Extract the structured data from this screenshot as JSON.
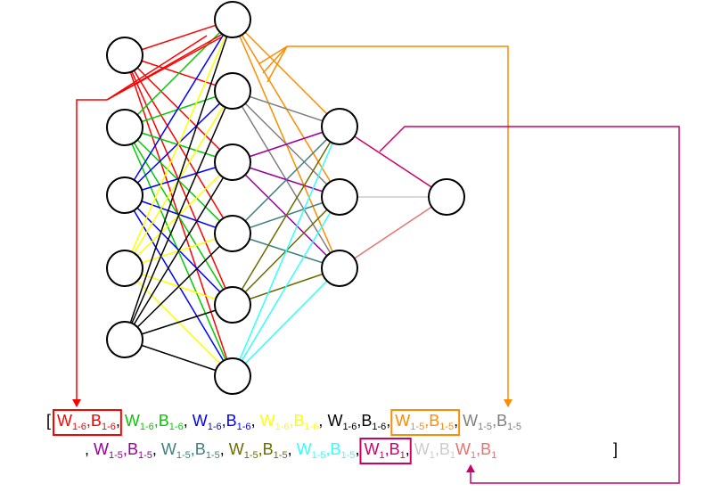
{
  "network": {
    "layers": [
      5,
      6,
      3,
      1
    ],
    "input_colors": [
      "#ff0000",
      "#00cc00",
      "#0000ff",
      "#ffff00",
      "#000000"
    ],
    "hidden2_colors": [
      "#ff8c00",
      "#808080",
      "#990099",
      "#3f8080",
      "#6b6b00",
      "#33ffff"
    ],
    "hidden3_colors": [
      "#cc0066",
      "#cccccc",
      "#e57373"
    ],
    "box_colors": {
      "red": "#ff0000",
      "orange": "#ff8c00",
      "magenta": "#cc0066"
    }
  },
  "vector": {
    "open_bracket": "[",
    "close_bracket": "]",
    "line1": [
      {
        "w": "W",
        "ws": "1-6",
        "b": "B",
        "bs": "1-6",
        "sep": "",
        "color": "#ff0000"
      },
      {
        "w": "W",
        "ws": "1-6",
        "b": "B",
        "bs": "1-6",
        "sep": ",",
        "color": "#00cc00"
      },
      {
        "w": "W",
        "ws": "1-6",
        "b": "B",
        "bs": "1-6",
        "sep": ",",
        "color": "#0000ff"
      },
      {
        "w": "W",
        "ws": "1-6",
        "b": "B",
        "bs": "1-6",
        "sep": ",",
        "color": "#ffff00"
      },
      {
        "w": "W",
        "ws": "1-6",
        "b": "B",
        "bs": "1-6",
        "sep": ",",
        "color": "#000000"
      },
      {
        "w": "W",
        "ws": "1-5",
        "b": "B",
        "bs": "1-5",
        "sep": ",",
        "color": "#ff8c00"
      },
      {
        "w": "W",
        "ws": "1-5",
        "b": "B",
        "bs": "1-5",
        "sep": ",",
        "color": "#808080"
      }
    ],
    "line2": [
      {
        "w": "W",
        "ws": "1-5",
        "b": "B",
        "bs": "1-5",
        "sep": ",",
        "color": "#990099"
      },
      {
        "w": "W",
        "ws": "1-5",
        "b": "B",
        "bs": "1-5",
        "sep": ",",
        "color": "#3f8080"
      },
      {
        "w": "W",
        "ws": "1-5",
        "b": "B",
        "bs": "1-5",
        "sep": ",",
        "color": "#6b6b00"
      },
      {
        "w": "W",
        "ws": "1-5",
        "b": "B",
        "bs": "1-5",
        "sep": ",",
        "color": "#33ffff"
      },
      {
        "w": "W",
        "ws": "1",
        "b": "B",
        "bs": "1",
        "sep": ",",
        "color": "#cc0066"
      },
      {
        "w": "W",
        "ws": "1",
        "b": "B",
        "bs": "1",
        "sep": ",",
        "color": "#cccccc"
      },
      {
        "w": "W",
        "ws": "1",
        "b": "B",
        "bs": "1",
        "sep": "",
        "color": "#e57373"
      }
    ]
  }
}
